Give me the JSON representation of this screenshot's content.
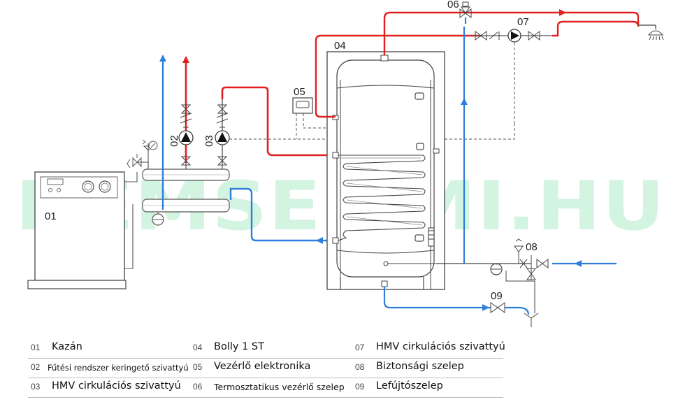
{
  "watermark": "NEMSEMMI.HU",
  "components": [
    {
      "number": "01"
    },
    {
      "number": "02"
    },
    {
      "number": "03"
    },
    {
      "number": "04"
    },
    {
      "number": "05"
    },
    {
      "number": "06"
    },
    {
      "number": "07"
    },
    {
      "number": "08"
    },
    {
      "number": "09"
    }
  ],
  "legend": {
    "rows": [
      [
        {
          "number": "01",
          "label": "Kazán"
        },
        {
          "number": "04",
          "label": "Bolly 1 ST"
        },
        {
          "number": "07",
          "label": "HMV cirkulációs szivattyú"
        }
      ],
      [
        {
          "number": "02",
          "label": "Fűtési rendszer keringető szivattyú"
        },
        {
          "number": "05",
          "label": "Vezérlő elektronika"
        },
        {
          "number": "08",
          "label": "Biztonsági szelep"
        }
      ],
      [
        {
          "number": "03",
          "label": "HMV cirkulációs szivattyú"
        },
        {
          "number": "06",
          "label": "Termosztatikus vezérlő szelep"
        },
        {
          "number": "09",
          "label": "Lefújtószelep"
        }
      ]
    ]
  },
  "colors": {
    "hot": "#e0201f",
    "cold": "#2e7fdc",
    "line": "#444444",
    "watermark": "#57d58a"
  }
}
